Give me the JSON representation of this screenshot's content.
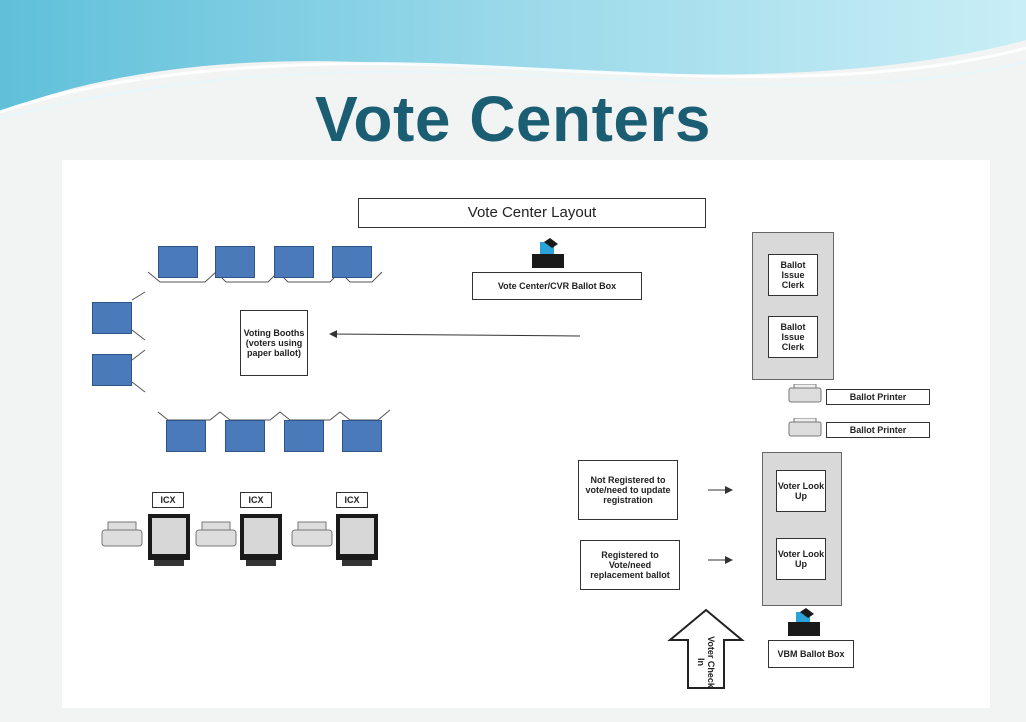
{
  "slide": {
    "title": "Vote Centers"
  },
  "diagram": {
    "title": "Vote Center Layout",
    "vote_center_box": "Vote Center/CVR Ballot Box",
    "voting_booths": "Voting Booths (voters using paper ballot)",
    "ballot_issue_clerk_1": "Ballot Issue Clerk",
    "ballot_issue_clerk_2": "Ballot Issue Clerk",
    "ballot_printer_1": "Ballot Printer",
    "ballot_printer_2": "Ballot Printer",
    "not_registered": "Not Registered to vote/need to update registration",
    "registered": "Registered to Vote/need replacement ballot",
    "voter_lookup_1": "Voter Look Up",
    "voter_lookup_2": "Voter Look Up",
    "vbm_box": "VBM Ballot Box",
    "check_in": "Voter Check In",
    "icx_labels": [
      "ICX",
      "ICX",
      "ICX"
    ]
  },
  "colors": {
    "title": "#1b5e73",
    "booth": "#4a7ab9",
    "panel": "#d9d9d9",
    "banner_light": "#cfeef5",
    "banner_mid": "#6cc4dc"
  }
}
